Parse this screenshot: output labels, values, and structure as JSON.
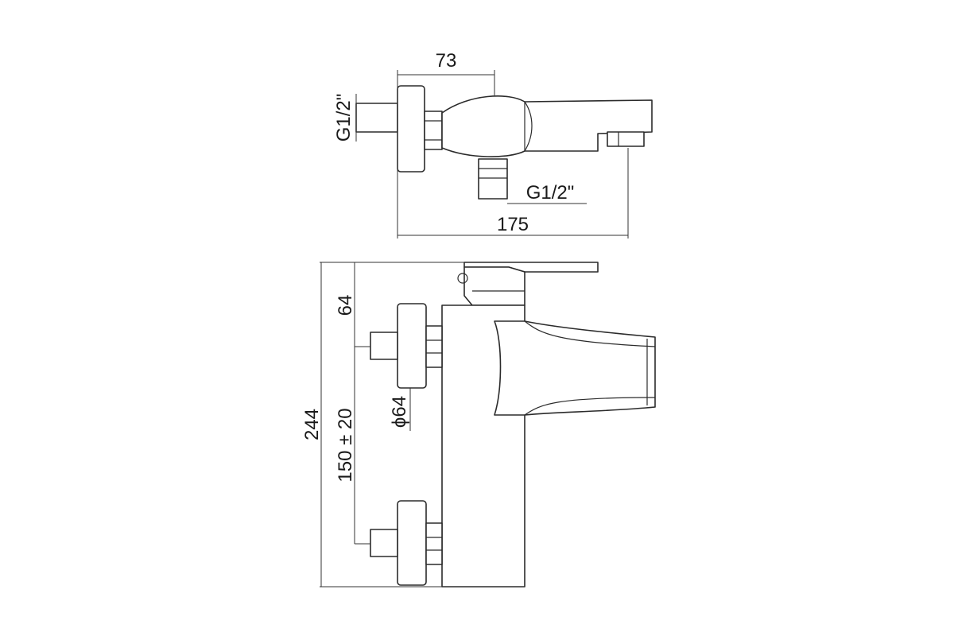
{
  "top_view": {
    "dim_top": "73",
    "dim_bottom": "175",
    "thread_left": "G1/2\"",
    "thread_bottom": "G1/2\""
  },
  "front_view": {
    "dim_total": "244",
    "dim_upper": "64",
    "dim_spacing": "150 ± 20",
    "dim_diameter": "ϕ64"
  },
  "colors": {
    "line": "#2b2b2b",
    "background": "#ffffff"
  }
}
